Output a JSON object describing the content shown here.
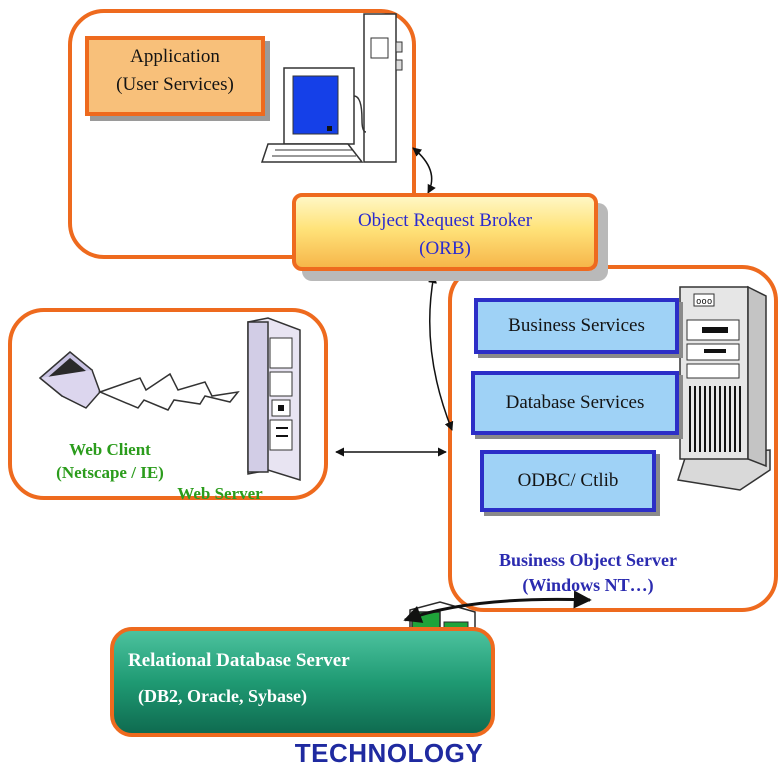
{
  "application": {
    "line1": "Application",
    "line2": "(User Services)"
  },
  "orb": {
    "line1": "Object Request Broker",
    "line2": "(ORB)"
  },
  "web": {
    "client_line1": "Web Client",
    "client_line2": "(Netscape / IE)",
    "server_label": "Web Server"
  },
  "bos": {
    "services": [
      "Business Services",
      "Database Services",
      "ODBC/ Ctlib"
    ],
    "caption_line1": "Business Object Server",
    "caption_line2": "(Windows NT…)"
  },
  "rdb": {
    "line1": "Relational Database Server",
    "line2": "(DB2, Oracle, Sybase)"
  },
  "footer": {
    "title": "TECHNOLOGY"
  },
  "colors": {
    "panel_border": "#ee6a1e",
    "service_fill": "#9fd2f6",
    "service_border": "#2c2ec7",
    "orb_text": "#2b2bd0",
    "web_text": "#2b9c1c",
    "bos_caption": "#2b2bb0",
    "rdb_fill": "#1f9a73",
    "footer_text": "#1f2aa0"
  }
}
